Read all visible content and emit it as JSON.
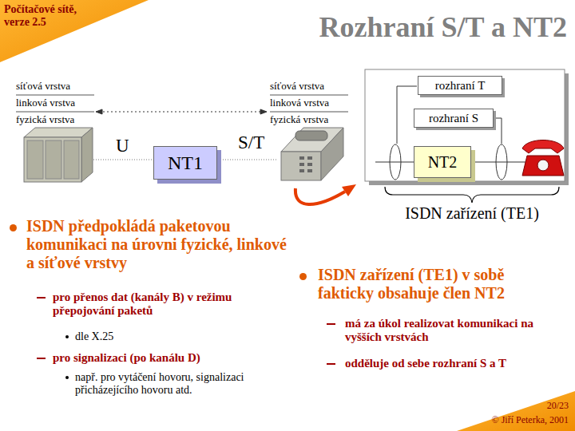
{
  "diagram": {
    "title": "Rozhraní S/T a NT2",
    "nodes": [
      {
        "text": [
          "NT1"
        ]
      },
      {
        "text": [
          "rozhraní T"
        ]
      },
      {
        "text": [
          "rozhraní S"
        ]
      },
      {
        "text": [
          "NT2"
        ]
      }
    ],
    "labels": [
      "Počítačové sítě, verze 2.5",
      "síťová vrstva",
      "linková vrstva",
      "fyzická vrstva",
      "síťová vrstva",
      "linková vrstva",
      "fyzická vrstva",
      "U",
      "S/T",
      "ISDN zařízení (TE1)",
      "ISDN předpokládá paketovou komunikaci na úrovni fyzické, linkové a síťové vrstvy",
      "pro přenos dat (kanály B) v režimu přepojování paketů",
      "dle X.25",
      "pro signalizaci (po kanálu D)",
      "např. pro vytáčení hovoru, signalizaci přicházejícího hovoru atd.",
      "ISDN zařízení (TE1) v sobě fakticky obsahuje člen NT2",
      "má za úkol realizovat komunikaci na vyšších vrstvách",
      "odděluje od sebe rozhraní S a T",
      "20/23",
      "© Jiří Peterka, 2001"
    ]
  }
}
